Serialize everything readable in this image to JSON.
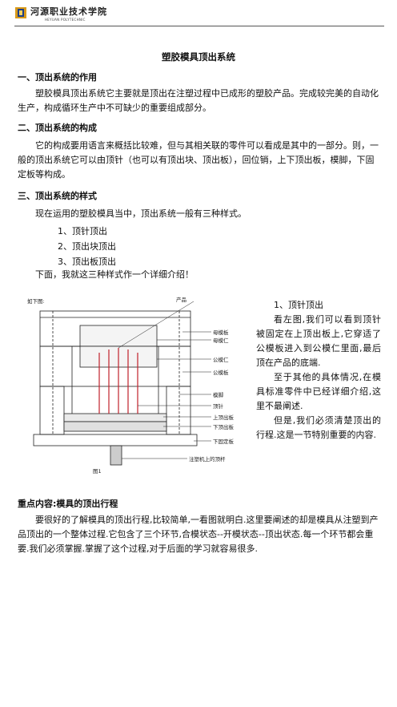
{
  "header": {
    "school_cn": "河源职业技术学院",
    "school_en": "HEYUAN POLYTECHNIC",
    "logo_icon": "school-emblem-icon"
  },
  "doc": {
    "title": "塑胶模具顶出系统",
    "s1_heading": "一、顶出系统的作用",
    "s1_body": "塑胶模具顶出系统它主要就是顶出在注塑过程中已成形的塑胶产品。完成较完美的自动化生产，构成循环生产中不可缺少的重要组成部分。",
    "s2_heading": "二、顶出系统的构成",
    "s2_body": "它的构成要用语言来概括比较难，但与其相关联的零件可以看成是其中的一部分。则，一般的顶出系统它可以由顶针（也可以有顶出块、顶出板），回位销，上下顶出板，模脚，下固定板等构成。",
    "s3_heading": "三、顶出系统的样式",
    "s3_intro": "现在运用的塑胶模具当中，顶出系统一般有三种样式。",
    "s3_list": [
      "1、顶针顶出",
      "2、顶出块顶出",
      "3、顶出板顶出"
    ],
    "s3_outro": "下面，我就这三种样式作一个详细介绍！",
    "side_heading": "1、顶针顶出",
    "side_p1": "看左图,我们可以看到顶针被固定在上顶出板上,它穿适了公模板进入到公模仁里面,最后顶在产品的底端.",
    "side_p2": "至于其他的具体情况,在模具标准零件中已经详细介绍,这里不最阐述.",
    "side_p3": "但是,我们必须清楚顶出的行程.这是一节特别重要的内容.",
    "key_heading": "重点内容:模具的顶出行程",
    "key_body": "要很好的了解模具的顶出行程,比较简单,一看图就明白.这里要阐述的却是模具从注塑到产品顶出的一个整体过程.它包含了三个环节,合模状态--开模状态--顶出状态.每一个环节都会重要.我们必须掌握.掌握了这个过程,对于后面的学习就容易很多."
  },
  "figure": {
    "caption_top": "如下图:",
    "caption_bottom": "图1",
    "labels": {
      "product": "产品",
      "cavity_plate": "母模板",
      "cavity_insert": "母模仁",
      "core_insert": "公模仁",
      "core_plate": "公模板",
      "mold_leg": "模脚",
      "ejector_pin": "顶针",
      "upper_ejector_plate": "上顶出板",
      "lower_ejector_plate": "下顶出板",
      "bottom_clamp_plate": "下固定板",
      "machine_ejector_rod": "注塑机上的顶杆"
    }
  }
}
